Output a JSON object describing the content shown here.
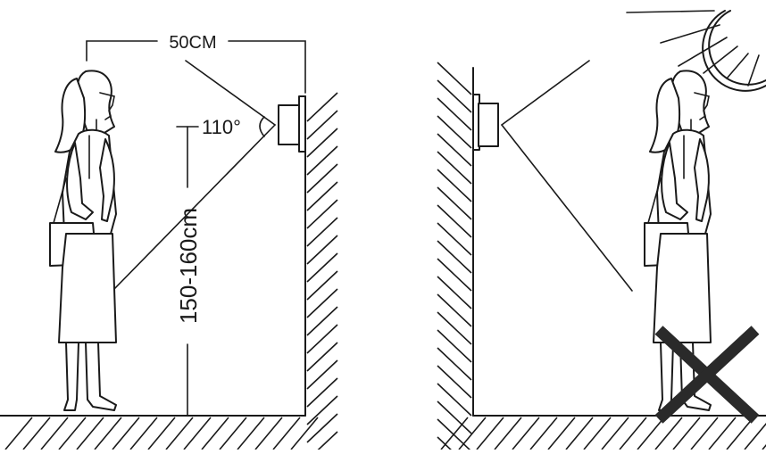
{
  "left_panel": {
    "distance_label": "50CM",
    "angle_label": "110°",
    "height_label": "150-160cm"
  },
  "right_panel": {
    "status_icon": "cross-icon",
    "light_icon": "sun-icon"
  }
}
